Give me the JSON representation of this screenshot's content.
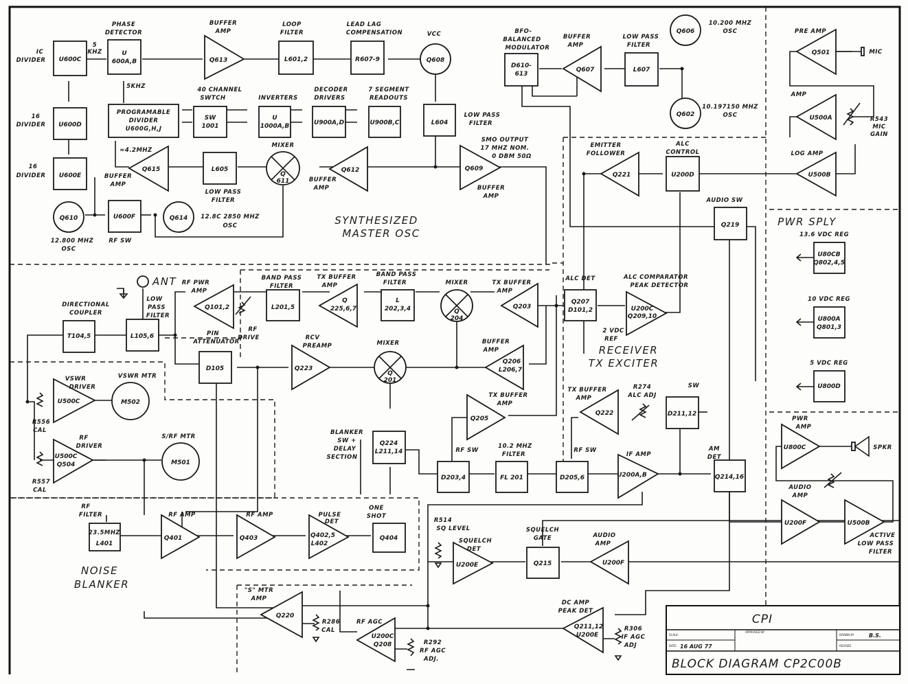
{
  "title_block": {
    "company": "CPI",
    "scale_label": "SCALE:",
    "approved_label": "APPROVED BY:",
    "drawn_label": "DRAWN BY",
    "drawn_by": "B.S.",
    "date_label": "DATE:",
    "date": "16 AUG 77",
    "revised_label": "REVISED",
    "drawing_title": "BLOCK DIAGRAM CP2C00B"
  },
  "sections": {
    "synth": [
      "SYNTHESIZED",
      "MASTER OSC"
    ],
    "receiver": [
      "RECEIVER",
      "TX EXCITER"
    ],
    "noise": [
      "NOISE",
      "BLANKER"
    ],
    "pwr": "PWR SPLY"
  },
  "blocks": {
    "u600c": {
      "id": "U600C",
      "label": [
        "IC",
        "DIVIDER"
      ]
    },
    "u600d": {
      "id": "U600D",
      "label": [
        "16",
        "DIVIDER"
      ]
    },
    "u600e": {
      "id": "U600E",
      "label": [
        "16",
        "DIVIDER"
      ]
    },
    "u600ab": {
      "id": [
        "U",
        "600A,B"
      ],
      "label": [
        "PHASE",
        "DETECTOR"
      ],
      "in_top": [
        "5",
        "KHZ"
      ],
      "in_bottom": "5KHZ"
    },
    "q613": {
      "id": "Q613",
      "label": [
        "BUFFER",
        "AMP"
      ]
    },
    "l6012": {
      "id": "L601,2",
      "label": [
        "LOOP",
        "FILTER"
      ]
    },
    "r607": {
      "id": "R607-9",
      "label": [
        "LEAD LAG",
        "COMPENSATION"
      ]
    },
    "q608": {
      "id": "Q608",
      "label": [
        "VCC"
      ]
    },
    "prog": {
      "id": [
        "PROGRAMABLE",
        "DIVIDER",
        "U600G,H,J"
      ]
    },
    "sw1001": {
      "id": [
        "SW",
        "1001"
      ],
      "label": [
        "40 CHANNEL",
        "SWTCH"
      ]
    },
    "u1000": {
      "id": [
        "U",
        "1000A,B"
      ],
      "label": [
        "INVERTERS"
      ]
    },
    "u900ad": {
      "id": "U900A,D",
      "label": [
        "DECODER",
        "DRIVERS"
      ]
    },
    "u900bc": {
      "id": "U900B,C",
      "label": [
        "7 SEGMENT",
        "READOUTS"
      ]
    },
    "l604": {
      "id": "L604",
      "label": [
        "LOW PASS",
        "FILTER"
      ]
    },
    "q615": {
      "id": "Q615",
      "label": [
        "BUFFER",
        "AMP"
      ],
      "freq": "≈4.2MHZ"
    },
    "l605": {
      "id": "L605",
      "label": [
        "LOW PASS",
        "FILTER"
      ]
    },
    "q611": {
      "id": [
        "Q",
        "611"
      ],
      "label": [
        "MIXER"
      ]
    },
    "q612": {
      "id": "Q612",
      "label": [
        "BUFFER",
        "AMP"
      ]
    },
    "q609": {
      "id": "Q609",
      "label": [
        "BUFFER",
        "AMP"
      ],
      "note": [
        "SMO OUTPUT",
        "17 MHZ NOM.",
        "0 DBM 50Ω"
      ]
    },
    "q610": {
      "id": "Q610",
      "label": [
        "12.800 MHZ",
        "OSC"
      ]
    },
    "u600f": {
      "id": "U600F",
      "label": [
        "RF SW"
      ]
    },
    "q614": {
      "id": "Q614",
      "label": [
        "12.8C 2850 MHZ",
        "OSC"
      ]
    },
    "d610": {
      "id": [
        "D610-",
        "613"
      ],
      "label": [
        "BFO-",
        "BALANCED",
        "MODULATOR"
      ]
    },
    "q607": {
      "id": "Q607",
      "label": [
        "BUFFER",
        "AMP"
      ]
    },
    "l607": {
      "id": "L607",
      "label": [
        "LOW PASS",
        "FILTER"
      ]
    },
    "q606": {
      "id": "Q606",
      "label": [
        "10.200 MHZ",
        "OSC"
      ]
    },
    "q602": {
      "id": "Q602",
      "label": [
        "10.197150 MHZ",
        "OSC"
      ]
    },
    "q501": {
      "id": "Q501",
      "label": [
        "PRE AMP"
      ],
      "mic": "MIC"
    },
    "u500a": {
      "id": "U500A",
      "label": [
        "AMP"
      ],
      "pot": [
        "R543",
        "MIC",
        "GAIN"
      ]
    },
    "u500b_log": {
      "id": "U500B",
      "label": [
        "LOG AMP"
      ]
    },
    "q221": {
      "id": "Q221",
      "label": [
        "EMITTER",
        "FOLLOWER"
      ]
    },
    "u200d": {
      "id": "U200D",
      "label": [
        "ALC",
        "CONTROL"
      ]
    },
    "q219": {
      "id": "Q219",
      "label": [
        "AUDIO SW"
      ]
    },
    "u80cb": {
      "id": [
        "U80CB",
        "Q802,4,5"
      ],
      "label": [
        "13.6 VDC REG"
      ]
    },
    "u800a": {
      "id": [
        "U800A",
        "Q801,3"
      ],
      "label": [
        "10 VDC REG"
      ]
    },
    "u800d": {
      "id": [
        "U800D"
      ],
      "label": [
        "5 VDC REG"
      ]
    },
    "ant": {
      "label": "ANT"
    },
    "l1056": {
      "id": "L105,6",
      "label": [
        "LOW",
        "PASS",
        "FILTER"
      ]
    },
    "t1045": {
      "id": "T104,5",
      "label": [
        "DIRECTIONAL",
        "COUPLER"
      ]
    },
    "q1012": {
      "id": "Q101,2",
      "label": [
        "RF PWR",
        "AMP"
      ],
      "pot": [
        "RF",
        "DRIVE"
      ]
    },
    "l2015": {
      "id": "L201,5",
      "label": [
        "BAND PASS",
        "FILTER"
      ]
    },
    "q2257": {
      "id": [
        "Q",
        "225,6,7"
      ],
      "label": [
        "TX BUFFER",
        "AMP"
      ]
    },
    "l2024": {
      "id": [
        "L",
        "202,3,4"
      ],
      "label": [
        "BAND PASS",
        "FILTER"
      ]
    },
    "q204": {
      "id": [
        "Q",
        "204"
      ],
      "label": [
        "MIXER"
      ]
    },
    "q203": {
      "id": "Q203",
      "label": [
        "TX BUFFER",
        "AMP"
      ]
    },
    "q207": {
      "id": [
        "Q207",
        "D101,2"
      ],
      "label": [
        "ALC DET"
      ]
    },
    "u200c_alc": {
      "id": [
        "U200C",
        "Q209,10"
      ],
      "label": [
        "ALC COMPARATOR",
        "PEAK DETECTOR"
      ],
      "ref": [
        "2 VDC",
        "REF"
      ]
    },
    "d105": {
      "id": "D105",
      "label": [
        "PIN",
        "ATTENUATOR"
      ]
    },
    "q223": {
      "id": "Q223",
      "label": [
        "RCV",
        "PREAMP"
      ]
    },
    "q201": {
      "id": [
        "Q",
        "201"
      ],
      "label": [
        "MIXER"
      ]
    },
    "q206": {
      "id": [
        "Q206",
        "L206,7"
      ],
      "label": [
        "BUFFER",
        "AMP"
      ]
    },
    "u500c_vswr": {
      "id": "U500C",
      "label": [
        "VSWR",
        "DRIVER"
      ],
      "pot": [
        "R556",
        "CAL"
      ]
    },
    "m502": {
      "id": "M502",
      "label": [
        "VSWR MTR"
      ]
    },
    "u500c_rf": {
      "id": [
        "U500C",
        "Q504"
      ],
      "label": [
        "RF",
        "DRIVER"
      ],
      "pot": [
        "R557",
        "CAL"
      ]
    },
    "m501": {
      "id": "M501",
      "label": [
        "S/RF MTR"
      ]
    },
    "q224": {
      "id": [
        "Q224",
        "L211,14"
      ],
      "label": [
        "BLANKER",
        "SW +",
        "DELAY",
        "SECTION"
      ]
    },
    "q205": {
      "id": "Q205",
      "label": [
        "TX BUFFER",
        "AMP"
      ]
    },
    "d2034": {
      "id": "D203,4",
      "label": [
        "RF SW"
      ]
    },
    "fl201": {
      "id": "FL 201",
      "label": [
        "10.2 MHZ",
        "FILTER"
      ]
    },
    "d2056": {
      "id": "D205,6",
      "label": [
        "RF SW"
      ]
    },
    "q222": {
      "id": "Q222",
      "label": [
        "TX BUFFER",
        "AMP"
      ],
      "pot": [
        "R274",
        "ALC ADJ"
      ]
    },
    "d21112": {
      "id": "D211,12",
      "label": [
        "SW"
      ]
    },
    "u200ab": {
      "id": "U200A,B",
      "label": [
        "IF AMP"
      ]
    },
    "q21416": {
      "id": "Q214,16",
      "label": [
        "AM",
        "DET"
      ]
    },
    "u800c": {
      "id": "U800C",
      "label": [
        "PWR",
        "AMP"
      ],
      "spkr": "SPKR"
    },
    "u200f_aud": {
      "id": "U200F",
      "label": [
        "AUDIO",
        "AMP"
      ]
    },
    "u500b_lpf": {
      "id": "U500B",
      "label": [
        "ACTIVE",
        "LOW PASS",
        "FILTER"
      ]
    },
    "l401": {
      "id": [
        "23.5MHZ",
        "L401"
      ],
      "label": [
        "RF",
        "FILTER"
      ]
    },
    "q401": {
      "id": "Q401",
      "label": [
        "RF AMP"
      ]
    },
    "q403": {
      "id": "Q403",
      "label": [
        "RF AMP"
      ]
    },
    "q4025": {
      "id": [
        "Q402,5",
        "L402"
      ],
      "label": [
        "PULSE",
        "DET"
      ]
    },
    "q404": {
      "id": "Q404",
      "label": [
        "ONE",
        "SHOT"
      ]
    },
    "u200e_sq": {
      "id": "U200E",
      "label": [
        "SQUELCH",
        "DET"
      ],
      "pot": [
        "R514",
        "SQ LEVEL"
      ]
    },
    "q215": {
      "id": "Q215",
      "label": [
        "SQUELCH",
        "GATE"
      ]
    },
    "u200f_sq": {
      "id": "U200F",
      "label": [
        "AUDIO",
        "AMP"
      ]
    },
    "q220": {
      "id": "Q220",
      "label": [
        "\"S\" MTR",
        "AMP"
      ],
      "pot": [
        "R286",
        "CAL"
      ]
    },
    "u200c_agc": {
      "id": [
        "U200C",
        "Q208"
      ],
      "label": [
        "RF AGC"
      ],
      "pot": [
        "R292",
        "RF AGC",
        "ADJ."
      ]
    },
    "q21112": {
      "id": [
        "Q211,12",
        "U200E"
      ],
      "label": [
        "DC AMP",
        "PEAK DET"
      ],
      "pot": [
        "R306",
        "IF AGC",
        "ADJ"
      ]
    }
  }
}
